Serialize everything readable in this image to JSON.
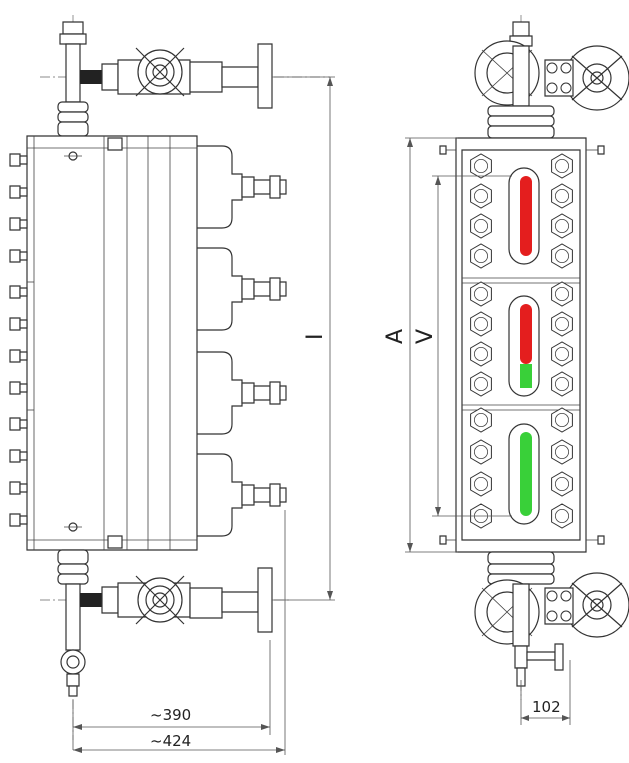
{
  "labels": {
    "dim_I": "I",
    "dim_A": "A",
    "dim_V": "V",
    "dim_390": "~390",
    "dim_424": "~424",
    "dim_102": "102"
  },
  "colors": {
    "indicator_red": "#e41e1e",
    "indicator_green": "#39d039",
    "line": "#333333"
  }
}
